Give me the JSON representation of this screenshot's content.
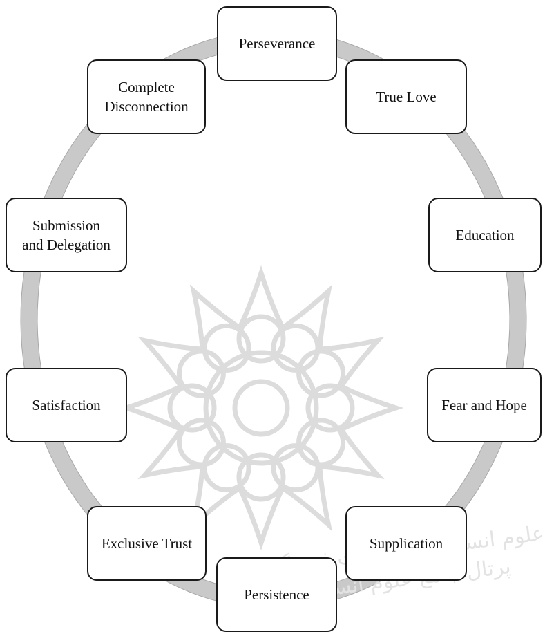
{
  "diagram": {
    "type": "cycle",
    "colors": {
      "ring": "#c9c9c9",
      "ring_edge": "#a8a8a8",
      "box_border": "#1a1a1a",
      "watermark": "#dcdcdc"
    },
    "nodes": [
      {
        "id": "perseverance",
        "label": "Perseverance"
      },
      {
        "id": "true-love",
        "label": "True Love"
      },
      {
        "id": "education",
        "label": "Education"
      },
      {
        "id": "fear-and-hope",
        "label": "Fear and Hope"
      },
      {
        "id": "supplication",
        "label": "Supplication"
      },
      {
        "id": "persistence",
        "label": "Persistence"
      },
      {
        "id": "exclusive-trust",
        "label": "Exclusive Trust"
      },
      {
        "id": "satisfaction",
        "label": "Satisfaction"
      },
      {
        "id": "submission-and-delegation",
        "label": "Submission and Delegation",
        "lines": [
          "Submission",
          "and Delegation"
        ]
      },
      {
        "id": "complete-disconnection",
        "label": "Complete Disconnection",
        "lines": [
          "Complete",
          "Disconnection"
        ]
      }
    ],
    "watermark": {
      "icon": "geometric-star-emblem-icon",
      "text_line1": "پرتال جامع علوم انسانی و مطالعات فرهنگی",
      "text_line2": "پرتال جامع علوم انسانی"
    }
  }
}
